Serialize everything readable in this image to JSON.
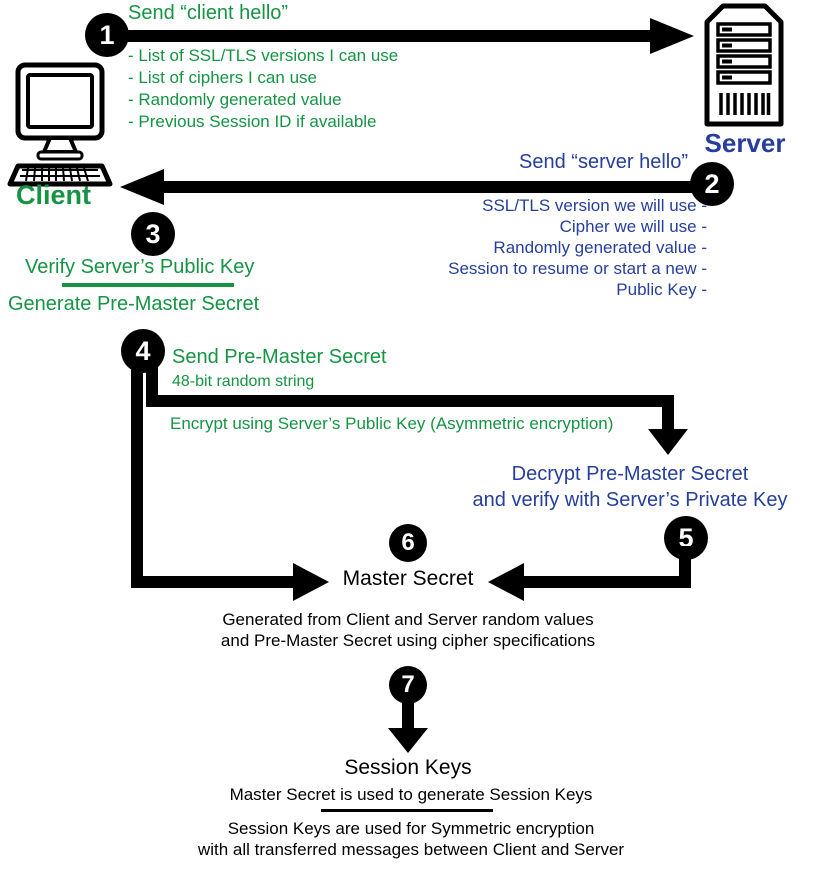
{
  "colors": {
    "green": "#169444",
    "blue": "#263E9C",
    "black": "#000000"
  },
  "actors": {
    "client": "Client",
    "server": "Server"
  },
  "steps": [
    {
      "num": "1",
      "title": "Send “client hello”",
      "details": [
        "- List of SSL/TLS versions I can use",
        "- List of ciphers I can use",
        "- Randomly generated value",
        "- Previous Session ID if available"
      ]
    },
    {
      "num": "2",
      "title": "Send “server hello”",
      "details": [
        "SSL/TLS version we will use -",
        "Cipher we will use -",
        "Randomly generated value -",
        "Session to resume or start a new -",
        "Public Key -"
      ]
    },
    {
      "num": "3",
      "action1": "Verify Server’s Public Key",
      "action2": "Generate Pre-Master Secret"
    },
    {
      "num": "4",
      "title": "Send Pre-Master Secret",
      "subtitle": "48-bit random string",
      "note": "Encrypt using Server’s Public Key (Asymmetric encryption)"
    },
    {
      "num": "5",
      "action1": "Decrypt Pre-Master Secret",
      "action2": "and verify with Server’s Private Key"
    },
    {
      "num": "6",
      "title": "Master Secret",
      "desc1": "Generated from Client and Server random values",
      "desc2": "and Pre-Master Secret using cipher specifications"
    },
    {
      "num": "7",
      "title": "Session Keys",
      "desc": "Master Secret is used to generate Session Keys",
      "footer1": "Session Keys are used for Symmetric encryption",
      "footer2": "with all transferred messages between Client and Server"
    }
  ]
}
